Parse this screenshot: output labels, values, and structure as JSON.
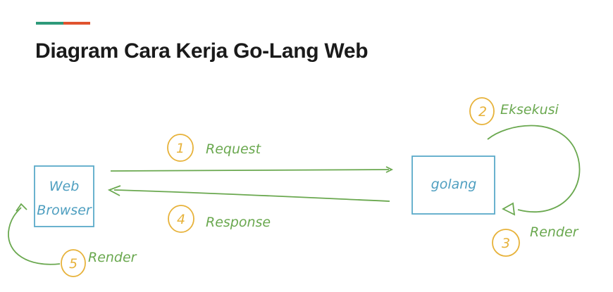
{
  "slide": {
    "title": "Diagram Cara Kerja Go-Lang Web"
  },
  "colors": {
    "accent_left": "#2e9a7a",
    "accent_right": "#e0532f",
    "box_stroke": "#5aaac9",
    "text_blue": "#4f9fc0",
    "arrow_green": "#6aa84f",
    "circle_orange": "#e7b23a"
  },
  "diagram": {
    "browser_box": {
      "line1": "Web",
      "line2": "Browser"
    },
    "golang_box": {
      "label": "golang"
    },
    "steps": [
      {
        "number": "1",
        "label": "Request"
      },
      {
        "number": "2",
        "label": "Eksekusi"
      },
      {
        "number": "3",
        "label": "Render"
      },
      {
        "number": "4",
        "label": "Response"
      },
      {
        "number": "5",
        "label": "Render"
      }
    ]
  }
}
